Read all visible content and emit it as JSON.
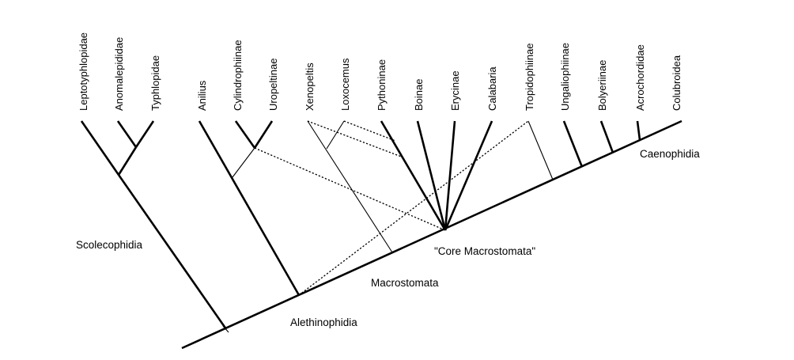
{
  "taxa": [
    "Leptotyphlopidae",
    "Anomalepididae",
    "Typhlopidae",
    "Anilius",
    "Cylindrophiinae",
    "Uropeltinae",
    "Xenopeltis",
    "Loxocemus",
    "Pythoninae",
    "Boinae",
    "Erycinae",
    "Calabaria",
    "Tropidophiinae",
    "Ungaliophiinae",
    "Bolyeriinae",
    "Acrochordidae",
    "Colubroidea"
  ],
  "clades": {
    "scolecophidia": "Scolecophidia",
    "alethinophidia": "Alethinophidia",
    "macrostomata": "Macrostomata",
    "core_macrostomata": "\"Core Macrostomata\"",
    "caenophidia": "Caenophidia"
  }
}
